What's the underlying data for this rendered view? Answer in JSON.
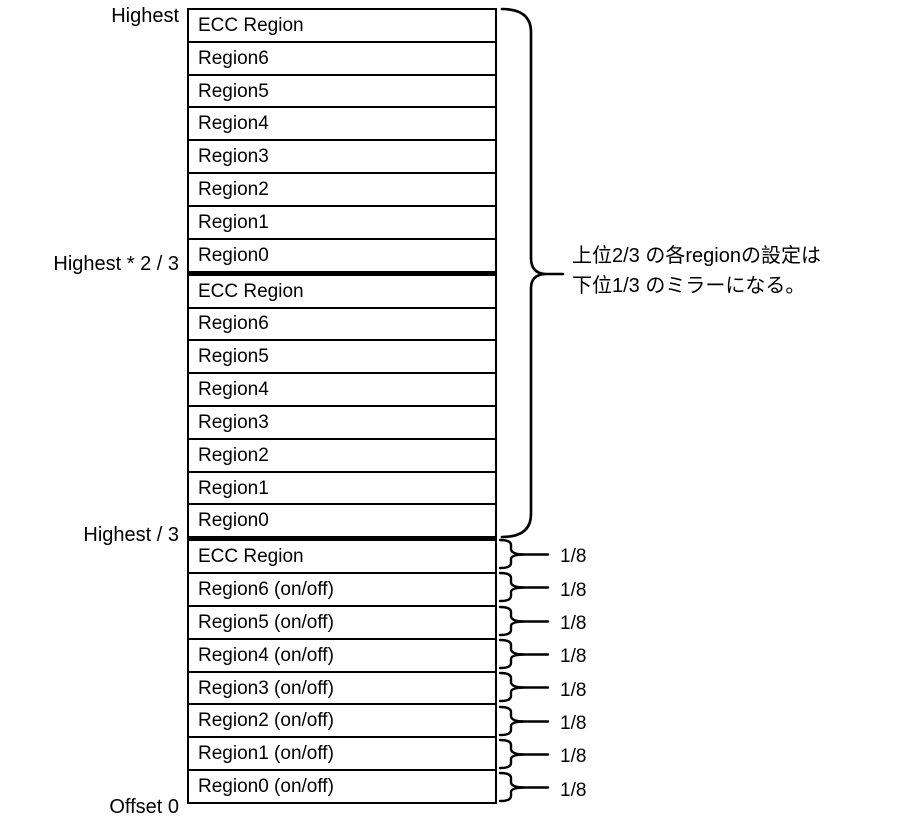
{
  "diagram": {
    "title_semantic": "flash-memory-region-mirror-map",
    "left_labels": {
      "highest": "Highest",
      "two_thirds": "Highest * 2 / 3",
      "one_third": "Highest / 3",
      "offset_zero": "Offset 0"
    },
    "sections": [
      {
        "name": "upper-mirror-2",
        "rows": [
          "ECC Region",
          "Region6",
          "Region5",
          "Region4",
          "Region3",
          "Region2",
          "Region1",
          "Region0"
        ]
      },
      {
        "name": "upper-mirror-1",
        "rows": [
          "ECC Region",
          "Region6",
          "Region5",
          "Region4",
          "Region3",
          "Region2",
          "Region1",
          "Region0"
        ]
      },
      {
        "name": "lower-physical",
        "rows": [
          "ECC Region",
          "Region6 (on/off)",
          "Region5 (on/off)",
          "Region4 (on/off)",
          "Region3 (on/off)",
          "Region2 (on/off)",
          "Region1 (on/off)",
          "Region0 (on/off)"
        ]
      }
    ],
    "annotation": {
      "line1": "上位2/3 の各regionの設定は",
      "line2": "下位1/3 のミラーになる。"
    },
    "fraction_labels": [
      "1/8",
      "1/8",
      "1/8",
      "1/8",
      "1/8",
      "1/8",
      "1/8",
      "1/8"
    ],
    "colors": {
      "line": "#000000",
      "text": "#000000",
      "background": "#ffffff"
    }
  }
}
